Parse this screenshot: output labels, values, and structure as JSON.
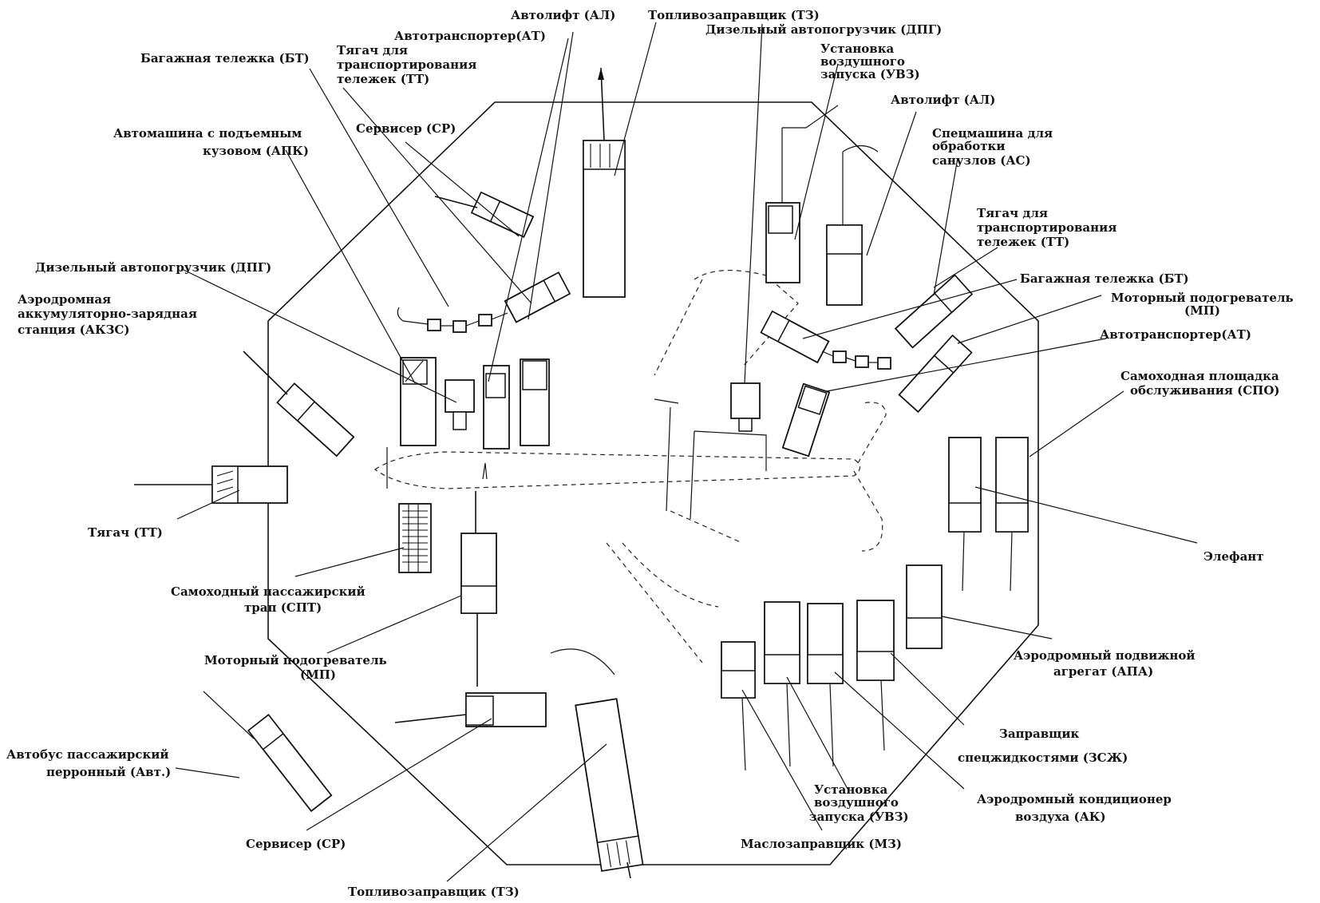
{
  "labels": {
    "al_top": "Автолифт (АЛ)",
    "tz_top": "Топливозаправщик (ТЗ)",
    "at_top": "Автотранспортер(АТ)",
    "dpg_top": "Дизельный автопогрузчик (ДПГ)",
    "bt_top": "Багажная тележка (БТ)",
    "tt_top_1": "Тягач для",
    "tt_top_2": "транспортирования",
    "tt_top_3": "тележек (ТТ)",
    "uvz_top_1": "Установка",
    "uvz_top_2": "воздушного",
    "uvz_top_3": "запуска (УВЗ)",
    "al_right": "Автолифт (АЛ)",
    "sr_top": "Сервисер (СР)",
    "apk_1": "Автомашина с подъемным",
    "apk_2": "кузовом (АПК)",
    "as_1": "Спецмашина для",
    "as_2": "обработки",
    "as_3": "санузлов (АС)",
    "tt_right_1": "Тягач для",
    "tt_right_2": "транспортирования",
    "tt_right_3": "тележек (ТТ)",
    "dpg_left": "Дизельный автопогрузчик (ДПГ)",
    "bt_right": "Багажная тележка (БТ)",
    "mp_right_1": "Моторный подогреватель",
    "mp_right_2": "(МП)",
    "akzs_1": "Аэродромная",
    "akzs_2": "аккумуляторно-зарядная",
    "akzs_3": "станция (АКЗС)",
    "at_right": "Автотранспортер(АТ)",
    "spo_1": "Самоходная площадка",
    "spo_2": "обслуживания (СПО)",
    "tt_left": "Тягач (ТТ)",
    "elefant": "Элефант",
    "spt_1": "Самоходный пассажирский",
    "spt_2": "трап (СПТ)",
    "mp_bottom_1": "Моторный подогреватель",
    "mp_bottom_2": "(МП)",
    "apa_1": "Аэродромный подвижной",
    "apa_2": "агрегат (АПА)",
    "zsg_1": "Заправщик",
    "zsg_2": "спецжидкостями (ЗСЖ)",
    "bus_1": "Автобус пассажирский",
    "bus_2": "перронный (Авт.)",
    "ak_1": "Аэродромный кондиционер",
    "ak_2": "воздуха (АК)",
    "uvz_bottom_1": "Установка",
    "uvz_bottom_2": "воздушного",
    "uvz_bottom_3": "запуска (УВЗ)",
    "sr_bottom": "Сервисер (СР)",
    "mz": "Маслозаправщик (МЗ)",
    "tz_bottom": "Топливозаправщик (ТЗ)"
  }
}
